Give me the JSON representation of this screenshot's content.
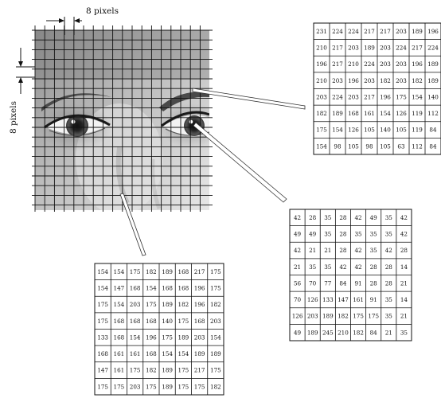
{
  "labels": {
    "top": "8 pixels",
    "side": "8 pixels"
  },
  "matrices": [
    {
      "id": "eyebrow",
      "rows": [
        [
          "231",
          "224",
          "224",
          "217",
          "217",
          "203",
          "189",
          "196"
        ],
        [
          "210",
          "217",
          "203",
          "189",
          "203",
          "224",
          "217",
          "224"
        ],
        [
          "196",
          "217",
          "210",
          "224",
          "203",
          "203",
          "196",
          "189"
        ],
        [
          "210",
          "203",
          "196",
          "203",
          "182",
          "203",
          "182",
          "189"
        ],
        [
          "203",
          "224",
          "203",
          "217",
          "196",
          "175",
          "154",
          "140"
        ],
        [
          "182",
          "189",
          "168",
          "161",
          "154",
          "126",
          "119",
          "112"
        ],
        [
          "175",
          "154",
          "126",
          "105",
          "140",
          "105",
          "119",
          "84"
        ],
        [
          "154",
          "98",
          "105",
          "98",
          "105",
          "63",
          "112",
          "84"
        ]
      ]
    },
    {
      "id": "eye",
      "rows": [
        [
          "42",
          "28",
          "35",
          "28",
          "42",
          "49",
          "35",
          "42"
        ],
        [
          "49",
          "49",
          "35",
          "28",
          "35",
          "35",
          "35",
          "42"
        ],
        [
          "42",
          "21",
          "21",
          "28",
          "42",
          "35",
          "42",
          "28"
        ],
        [
          "21",
          "35",
          "35",
          "42",
          "42",
          "28",
          "28",
          "14"
        ],
        [
          "56",
          "70",
          "77",
          "84",
          "91",
          "28",
          "28",
          "21"
        ],
        [
          "70",
          "126",
          "133",
          "147",
          "161",
          "91",
          "35",
          "14"
        ],
        [
          "126",
          "203",
          "189",
          "182",
          "175",
          "175",
          "35",
          "21"
        ],
        [
          "49",
          "189",
          "245",
          "210",
          "182",
          "84",
          "21",
          "35"
        ]
      ]
    },
    {
      "id": "cheek",
      "rows": [
        [
          "154",
          "154",
          "175",
          "182",
          "189",
          "168",
          "217",
          "175"
        ],
        [
          "154",
          "147",
          "168",
          "154",
          "168",
          "168",
          "196",
          "175"
        ],
        [
          "175",
          "154",
          "203",
          "175",
          "189",
          "182",
          "196",
          "182"
        ],
        [
          "175",
          "168",
          "168",
          "168",
          "140",
          "175",
          "168",
          "203"
        ],
        [
          "133",
          "168",
          "154",
          "196",
          "175",
          "189",
          "203",
          "154"
        ],
        [
          "168",
          "161",
          "161",
          "168",
          "154",
          "154",
          "189",
          "189"
        ],
        [
          "147",
          "161",
          "175",
          "182",
          "189",
          "175",
          "217",
          "175"
        ],
        [
          "175",
          "175",
          "203",
          "175",
          "189",
          "175",
          "175",
          "182"
        ]
      ]
    }
  ]
}
